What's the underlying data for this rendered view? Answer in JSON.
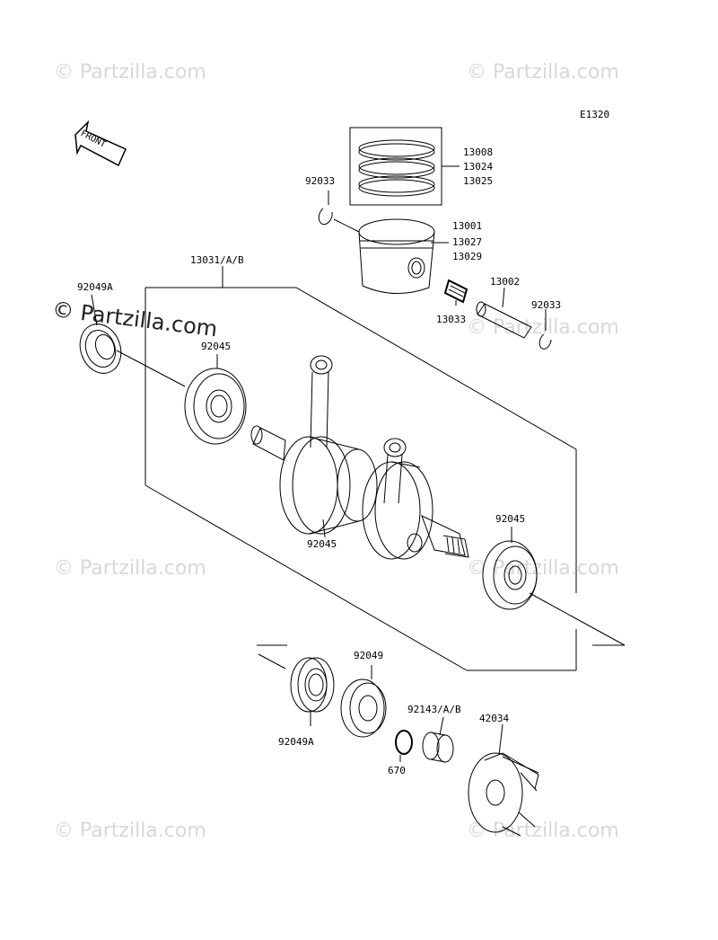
{
  "diagram": {
    "code": "E1320",
    "front_label": "FRONT",
    "watermark": "© Partzilla.com",
    "parts": {
      "rings": [
        "13008",
        "13024",
        "13025"
      ],
      "circlip_top": "92033",
      "piston": [
        "13001",
        "13027",
        "13029"
      ],
      "crank_assy": "13031/A/B",
      "pin": "13002",
      "circlip_right": "92033",
      "needle_bearing": "13033",
      "seal_left": "92049A",
      "bearing_left": "92045",
      "bearing_center": "92045",
      "bearing_right": "92045",
      "bearing_bottom": "92049",
      "seal_bottom": "92049A",
      "collar": "92143/A/B",
      "oring": "670",
      "coupling": "42034"
    }
  }
}
